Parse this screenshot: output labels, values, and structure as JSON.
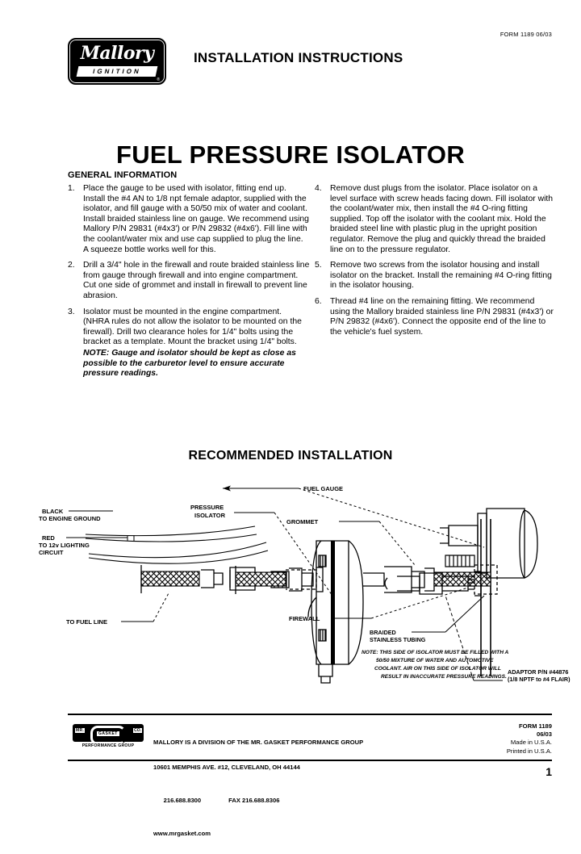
{
  "header": {
    "form_code": "FORM 1189 06/03",
    "brand_word": "Mallory",
    "brand_sub": "IGNITION",
    "brand_reg": "®",
    "kicker": "INSTALLATION INSTRUCTIONS"
  },
  "title": "FUEL PRESSURE ISOLATOR",
  "general_information": {
    "heading": "GENERAL INFORMATION",
    "left_steps": [
      {
        "num": "1.",
        "text": "Place the gauge to be used with isolator, fitting end up. Install the #4 AN to 1/8 npt female adaptor, supplied with the isolator, and fill gauge with a 50/50 mix of water and coolant. Install braided stainless line on gauge. We recommend using Mallory P/N 29831 (#4x3') or P/N 29832 (#4x6'). Fill line with the coolant/water mix and use cap supplied to plug the line. A squeeze bottle works well for this."
      },
      {
        "num": "2.",
        "text": "Drill a 3/4\" hole in the firewall and route braided stainless line from gauge through firewall and into engine compartment. Cut one side of grommet and install in firewall to prevent line abrasion."
      },
      {
        "num": "3.",
        "text": "Isolator must be mounted in the engine compartment. (NHRA rules do not allow the isolator to be mounted on the firewall). Drill two clearance holes for 1/4\" bolts using the bracket as a template. Mount the bracket using 1/4\" bolts.",
        "note": "NOTE: Gauge and isolator should be kept as close as possible to the carburetor level to ensure accurate pressure readings."
      }
    ],
    "right_steps": [
      {
        "num": "4.",
        "text": "Remove dust plugs from the isolator. Place isolator on a level surface with screw heads facing down. Fill isolator with the coolant/water mix, then install the #4 O-ring fitting supplied. Top off the isolator with the coolant mix. Hold the braided steel line with plastic plug in the upright position regulator. Remove the plug and quickly thread the braided line on to the pressure regulator."
      },
      {
        "num": "5.",
        "text": "Remove two screws from the isolator housing and install isolator on the bracket. Install the remaining #4 O-ring fitting in the isolator housing."
      },
      {
        "num": "6.",
        "text": "Thread #4 line on the remaining fitting. We recommend using the Mallory braided stainless line P/N 29831 (#4x3') or P/N 29832 (#4x6'). Connect the opposite end of the line to the vehicle's fuel system."
      }
    ]
  },
  "diagram": {
    "heading": "RECOMMENDED INSTALLATION",
    "labels": {
      "fuel_gauge": "FUEL GAUGE",
      "black_1": "BLACK",
      "black_2": "TO ENGINE GROUND",
      "red_1": "RED",
      "red_2": "TO 12v LIGHTING",
      "red_3": "CIRCUIT",
      "pressure_isolator_1": "PRESSURE",
      "pressure_isolator_2": "ISOLATOR",
      "grommet": "GROMMET",
      "firewall": "FIREWALL",
      "to_fuel_line": "TO FUEL LINE",
      "braided_1": "BRAIDED",
      "braided_2": "STAINLESS TUBING",
      "adaptor_1": "ADAPTOR P/N #44876",
      "adaptor_2": "(1/8 NPTF to #4 FLAIR)",
      "note_1": "NOTE: THIS SIDE OF ISOLATOR MUST BE FILLED WITH A",
      "note_2": "50/50 MIXTURE OF WATER AND AUTOMOTIVE",
      "note_3": "COOLANT. AIR ON THIS SIDE OF ISOLATOR WILL",
      "note_4": "RESULT IN INACCURATE PRESSURE READINGS."
    }
  },
  "footer": {
    "mrg_logo": {
      "mr": "MR.",
      "gasket": "GASKET",
      "co": "CO.",
      "sub": "PERFORMANCE GROUP"
    },
    "company": "MALLORY IS A DIVISION OF THE MR. GASKET PERFORMANCE GROUP",
    "address": "10601 MEMPHIS AVE. #12, CLEVELAND, OH 44144",
    "phone": "216.688.8300",
    "fax": "FAX 216.688.8306",
    "website": "www.mrgasket.com",
    "form": "FORM 1189",
    "date": "06/03",
    "made_in": "Made in U.S.A.",
    "printed_in": "Printed in U.S.A.",
    "page_number": "1"
  }
}
